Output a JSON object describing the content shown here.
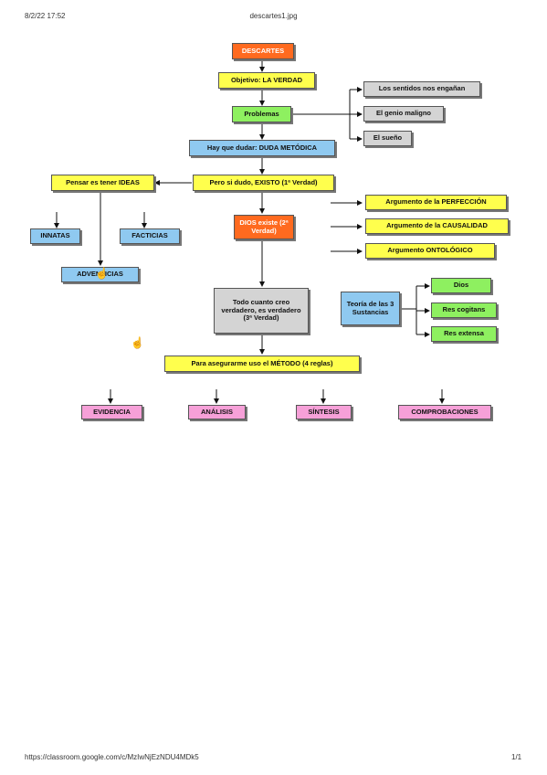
{
  "header": {
    "date": "8/2/22 17:52",
    "filename": "descartes1.jpg"
  },
  "footer": {
    "url": "https://classroom.google.com/c/MzIwNjEzNDU4MDk5",
    "page": "1/1"
  },
  "nodes": {
    "descartes": "DESCARTES",
    "objetivo": "Objetivo: LA VERDAD",
    "problemas": "Problemas",
    "sentidos": "Los sentidos nos engañan",
    "genio": "El genio maligno",
    "sueno": "El sueño",
    "duda": "Hay que dudar: DUDA METÓDICA",
    "existo": "Pero si dudo, EXISTO (1ª Verdad)",
    "ideas": "Pensar es tener IDEAS",
    "innatas": "INNATAS",
    "facticias": "FACTICIAS",
    "adventicias": "ADVENTICIAS",
    "dios": "DIOS existe (2ª Verdad)",
    "perfeccion": "Argumento de la PERFECCIÓN",
    "causalidad": "Argumento de la CAUSALIDAD",
    "ontologico": "Argumento ONTOLÓGICO",
    "todo": "Todo cuanto creo verdadero, es verdadero (3ª Verdad)",
    "teoria": "Teoría de las 3 Sustancias",
    "sust_dios": "Dios",
    "cogitans": "Res cogitans",
    "extensa": "Res extensa",
    "metodo": "Para asegurarme uso el MÉTODO (4 reglas)",
    "evidencia": "EVIDENCIA",
    "analisis": "ANÁLISIS",
    "sintesis": "SÍNTESIS",
    "comprobaciones": "COMPROBACIONES"
  },
  "colors": {
    "orange": "#ff6a1f",
    "yellow": "#ffff4d",
    "green": "#8ef060",
    "blue": "#8fc9f0",
    "gray": "#d4d4d4",
    "pink": "#f6a0d8"
  }
}
